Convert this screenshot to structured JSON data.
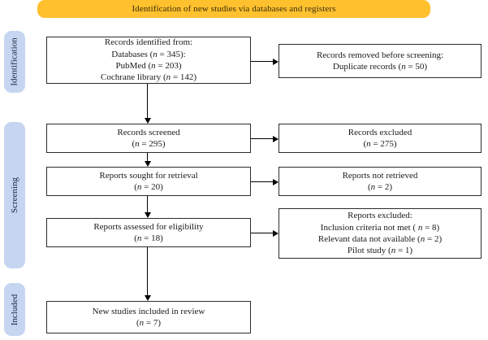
{
  "banner": {
    "label": "Identification of new studies via databases and registers"
  },
  "colors": {
    "banner_bg": "#FFC12E",
    "banner_fg": "#3A2E0A",
    "stage_bg": "#C6D6F1",
    "box_border": "#2B2B2B"
  },
  "sidebar": {
    "stages": [
      {
        "label": "Identification"
      },
      {
        "label": "Screening"
      },
      {
        "label": "Included"
      }
    ]
  },
  "flow": {
    "main": [
      {
        "lines": [
          "Records identified from:",
          "Databases (n = 345):",
          "PubMed (n = 203)",
          "Cochrane library (n = 142)"
        ]
      },
      {
        "lines": [
          "Records screened",
          "(n = 295)"
        ]
      },
      {
        "lines": [
          "Reports sought for retrieval",
          "(n = 20)"
        ]
      },
      {
        "lines": [
          "Reports assessed for eligibility",
          "(n = 18)"
        ]
      },
      {
        "lines": [
          "New studies included in review",
          "(n = 7)"
        ]
      }
    ],
    "side": [
      {
        "lines": [
          "Records removed before screening:",
          "Duplicate records (n = 50)"
        ]
      },
      {
        "lines": [
          "Records excluded",
          "(n = 275)"
        ]
      },
      {
        "lines": [
          "Reports not retrieved",
          "(n = 2)"
        ]
      },
      {
        "lines": [
          "Reports excluded:",
          "Inclusion criteria not met ( n = 8)",
          "Relevant data not available (n = 2)",
          "Pilot study (n = 1)"
        ]
      }
    ]
  }
}
